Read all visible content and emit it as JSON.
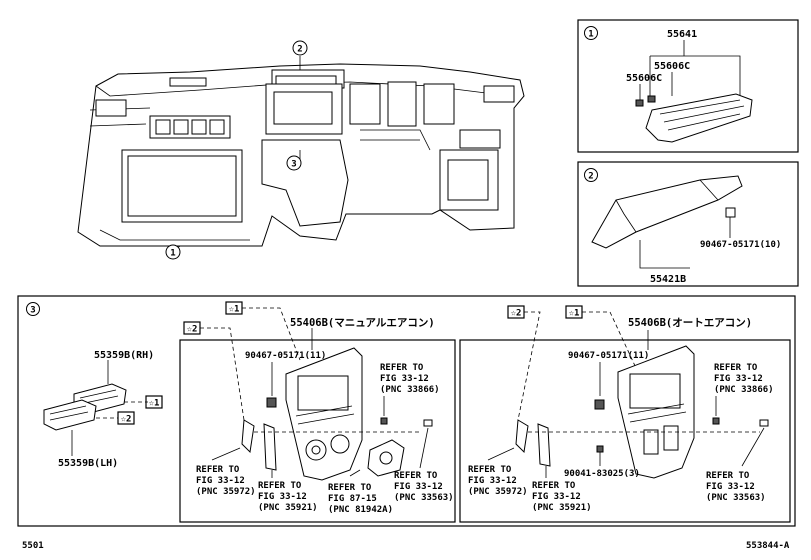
{
  "callouts": {
    "one": "1",
    "two": "2",
    "three": "3"
  },
  "panel1": {
    "num": "1",
    "p55641": "55641",
    "p55606C_a": "55606C",
    "p55606C_b": "55606C"
  },
  "panel2": {
    "num": "2",
    "bolt": "90467-05171(10)",
    "pad": "55421B"
  },
  "panel3": {
    "num": "3",
    "reg_rh": "55359B(RH)",
    "reg_lh": "55359B(LH)",
    "star1": "☆1",
    "star2": "☆2",
    "manual": {
      "title": "55406B(マニュアルエアコン)",
      "star1": "☆1",
      "star2": "☆2",
      "clip": "90467-05171(11)",
      "ref_a": [
        "REFER TO",
        "FIG 33-12",
        "(PNC 33866)"
      ],
      "ref_b": [
        "REFER TO",
        "FIG 33-12",
        "(PNC 35972)"
      ],
      "ref_c": [
        "REFER TO",
        "FIG 33-12",
        "(PNC 35921)"
      ],
      "ref_d": [
        "REFER TO",
        "FIG 87-15",
        "(PNC 81942A)"
      ],
      "ref_e": [
        "REFER TO",
        "FIG 33-12",
        "(PNC 33563)"
      ]
    },
    "auto": {
      "title": "55406B(オートエアコン)",
      "star1": "☆1",
      "star2": "☆2",
      "clip": "90467-05171(11)",
      "screw": "90041-83025(3)",
      "ref_a": [
        "REFER TO",
        "FIG 33-12",
        "(PNC 33866)"
      ],
      "ref_b": [
        "REFER TO",
        "FIG 33-12",
        "(PNC 35972)"
      ],
      "ref_c": [
        "REFER TO",
        "FIG 33-12",
        "(PNC 35921)"
      ],
      "ref_e": [
        "REFER TO",
        "FIG 33-12",
        "(PNC 33563)"
      ]
    }
  },
  "footer": {
    "left": "5501",
    "right": "553844-A"
  }
}
